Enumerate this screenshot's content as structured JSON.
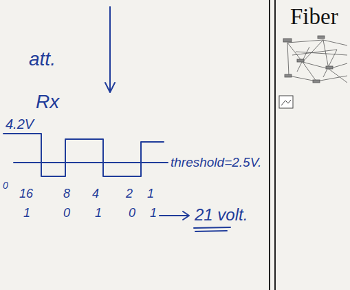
{
  "diagram": {
    "labels": [
      "att.",
      "Rx",
      "4.2V",
      "threshold=2.5V.",
      "0",
      "16",
      "8",
      "4",
      "2",
      "1",
      "1",
      "0",
      "1",
      "0",
      "1",
      "21 volt.",
      "Fiber"
    ]
  }
}
